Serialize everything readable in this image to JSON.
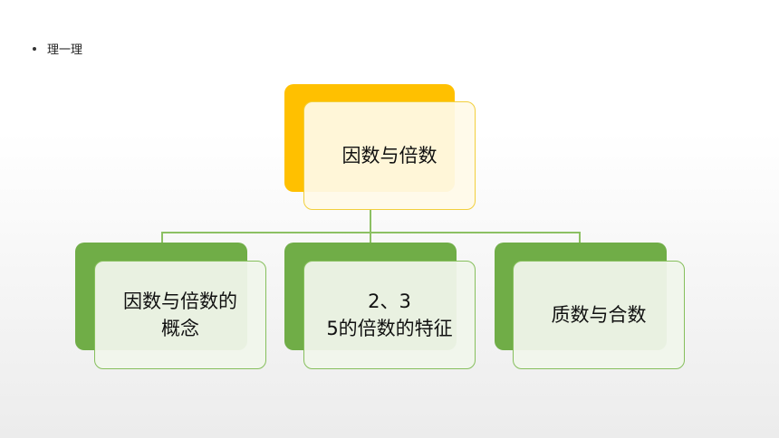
{
  "bullet": {
    "text": "理一理"
  },
  "root": {
    "label": "因数与倍数"
  },
  "children": [
    {
      "label": "因数与倍数的\n概念"
    },
    {
      "label": "2、3\n5的倍数的特征"
    },
    {
      "label": "质数与合数"
    }
  ],
  "colors": {
    "root_back": "#ffc000",
    "root_front_fill": "#fff8e3",
    "root_front_border": "#f2cf3c",
    "child_back": "#70ad47",
    "child_front_fill": "#eef4e8",
    "child_front_border": "#86bf5c",
    "connector": "#8cc063"
  }
}
